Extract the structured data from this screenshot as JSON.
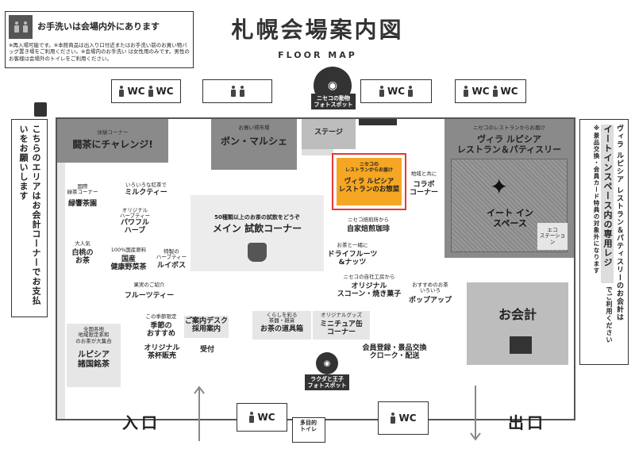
{
  "title": "札幌会場案内図",
  "subtitle": "FLOOR MAP",
  "restroom_notice": {
    "heading": "お手洗いは会場内外にあります",
    "note": "※再入場可能です。※本館商品は出入り口付近またはお手洗い前のお買い物バッグ置き場をご利用ください。※会場内のお手洗い は女性用のみです。男性のお客様は会場外のトイレをご利用ください。"
  },
  "left_notice": "こちらのエリアはお会計コーナーでお支払いをお願いします",
  "right_notice": {
    "text1": "ヴィラ ルピシア レストラン＆パティスリーのお会計は",
    "text2": "イートインスペース内の専用レジ",
    "text3": "でご利用ください",
    "note": "※景品交換・会員カード特典の対象外になります"
  },
  "wc_label": "WC",
  "areas": {
    "tasting_challenge": {
      "top": "体験コーナー",
      "main": "闘茶にチャレンジ!"
    },
    "bon_marche": {
      "top": "お買い得市場",
      "main": "ボン・マルシェ"
    },
    "stage": "ステージ",
    "niseko_photo": "ニセコの動物\nフォトスポット",
    "restaurant_top": "ニセコのレストランからお届け",
    "restaurant_main": "ヴィラ ルピシア\nレストラン＆パティスリー",
    "eat_in": "イート イン\nスペース",
    "eco_station": "エコ\nステーション",
    "featured": {
      "top": "ニセコの\nレストランからお届け",
      "main": "ヴィラ ルピシア\nレストランのお惣菜"
    },
    "collab": {
      "top": "地域と共に",
      "main": "コラボ\nコーナー"
    },
    "main_tasting": {
      "top": "50種類以上のお茶の試飲をどうぞ",
      "main": "メイン 試飲コーナー"
    },
    "milk_tea": {
      "top": "いろいろな紅茶で",
      "main": "ミルクティー"
    },
    "green_tea": {
      "top": "国際\n緑茶コーナー",
      "main": "緑響茶園"
    },
    "powerful_herb": {
      "top": "オリジナル\nハーブティー",
      "main": "パワフル\nハーブ"
    },
    "white_peach": {
      "top": "大人気",
      "main": "白桃の\nお茶"
    },
    "domestic_veg": {
      "top": "100%国産原料",
      "main": "国産\n健康野菜茶"
    },
    "rooibos": {
      "top": "特製の\nハーブティー",
      "main": "ルイボス"
    },
    "fruit_tea": {
      "top": "果実のご紹介",
      "main": "フルーツティー"
    },
    "lupicia_regional": {
      "top": "全国各地\n地域限定茶和\nのお茶が大集合",
      "main": "ルピシア\n諸国銘茶"
    },
    "seasonal": {
      "top": "この季節限定",
      "main": "季節の\nおすすめ"
    },
    "info_desk": "ご案内デスク\n採用案内",
    "original_cups": {
      "top": "",
      "main": "オリジナル\n茶杯販売"
    },
    "reception": "受付",
    "tea_tools": {
      "top": "くらしを彩る\n茶器・雑貨",
      "main": "お茶の道具箱"
    },
    "miniature": {
      "top": "オリジナルグッズ",
      "main": "ミニチュア缶\nコーナー"
    },
    "home_roast": {
      "top": "ニセコ焙煎所から",
      "main": "自家焙煎珈琲"
    },
    "dried_fruits": {
      "top": "お茶と一緒に",
      "main": "ドライフルーツ\n&ナッツ"
    },
    "scones": {
      "top": "ニセコの自社工房から",
      "main": "オリジナル\nスコーン・焼き菓子"
    },
    "popup": {
      "top": "おすすめのお茶\nいろいろ",
      "main": "ポップアップ"
    },
    "checkout": "お会計",
    "membership": "会員登録・景品交換\nクローク・配送",
    "camel_photo": "ラクダと王子\nフォトスポット",
    "multi_toilet": "多目的\nトイレ"
  },
  "entrance": "入口",
  "exit": "出口"
}
